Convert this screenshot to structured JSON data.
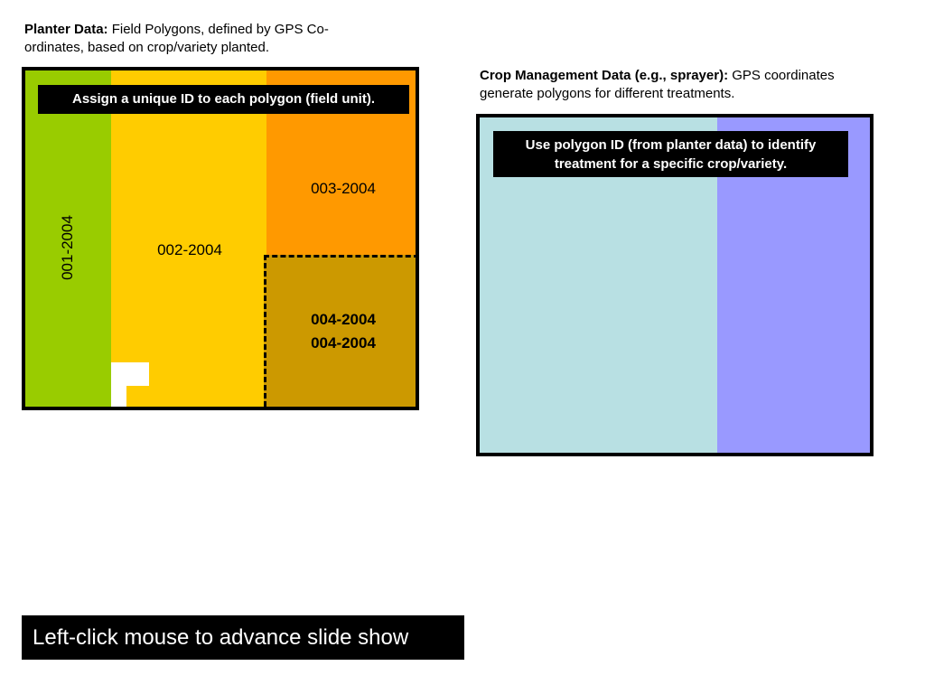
{
  "planter": {
    "caption_bold": "Planter Data:",
    "caption_text": " Field Polygons, defined by GPS Co-ordinates, based on crop/variety planted.",
    "banner": "Assign a unique ID to each polygon (field unit).",
    "polygons": {
      "p001": "001-2004",
      "p002": "002-2004",
      "p003": "003-2004",
      "p004a": "004-2004",
      "p004b": "004-2004"
    },
    "colors": {
      "p001": "#99cc00",
      "p002": "#ffcc00",
      "p003": "#ff9900",
      "p004": "#cc9900"
    }
  },
  "crop": {
    "caption_bold": "Crop Management Data (e.g., sprayer):",
    "caption_text": " GPS coordinates generate polygons for different treatments.",
    "banner": "Use polygon ID (from planter data) to identify treatment for a specific crop/variety.",
    "colors": {
      "zone_a": "#b8e0e3",
      "zone_b": "#9999ff"
    }
  },
  "footer": {
    "advance_label": "Left-click mouse to advance slide show"
  }
}
